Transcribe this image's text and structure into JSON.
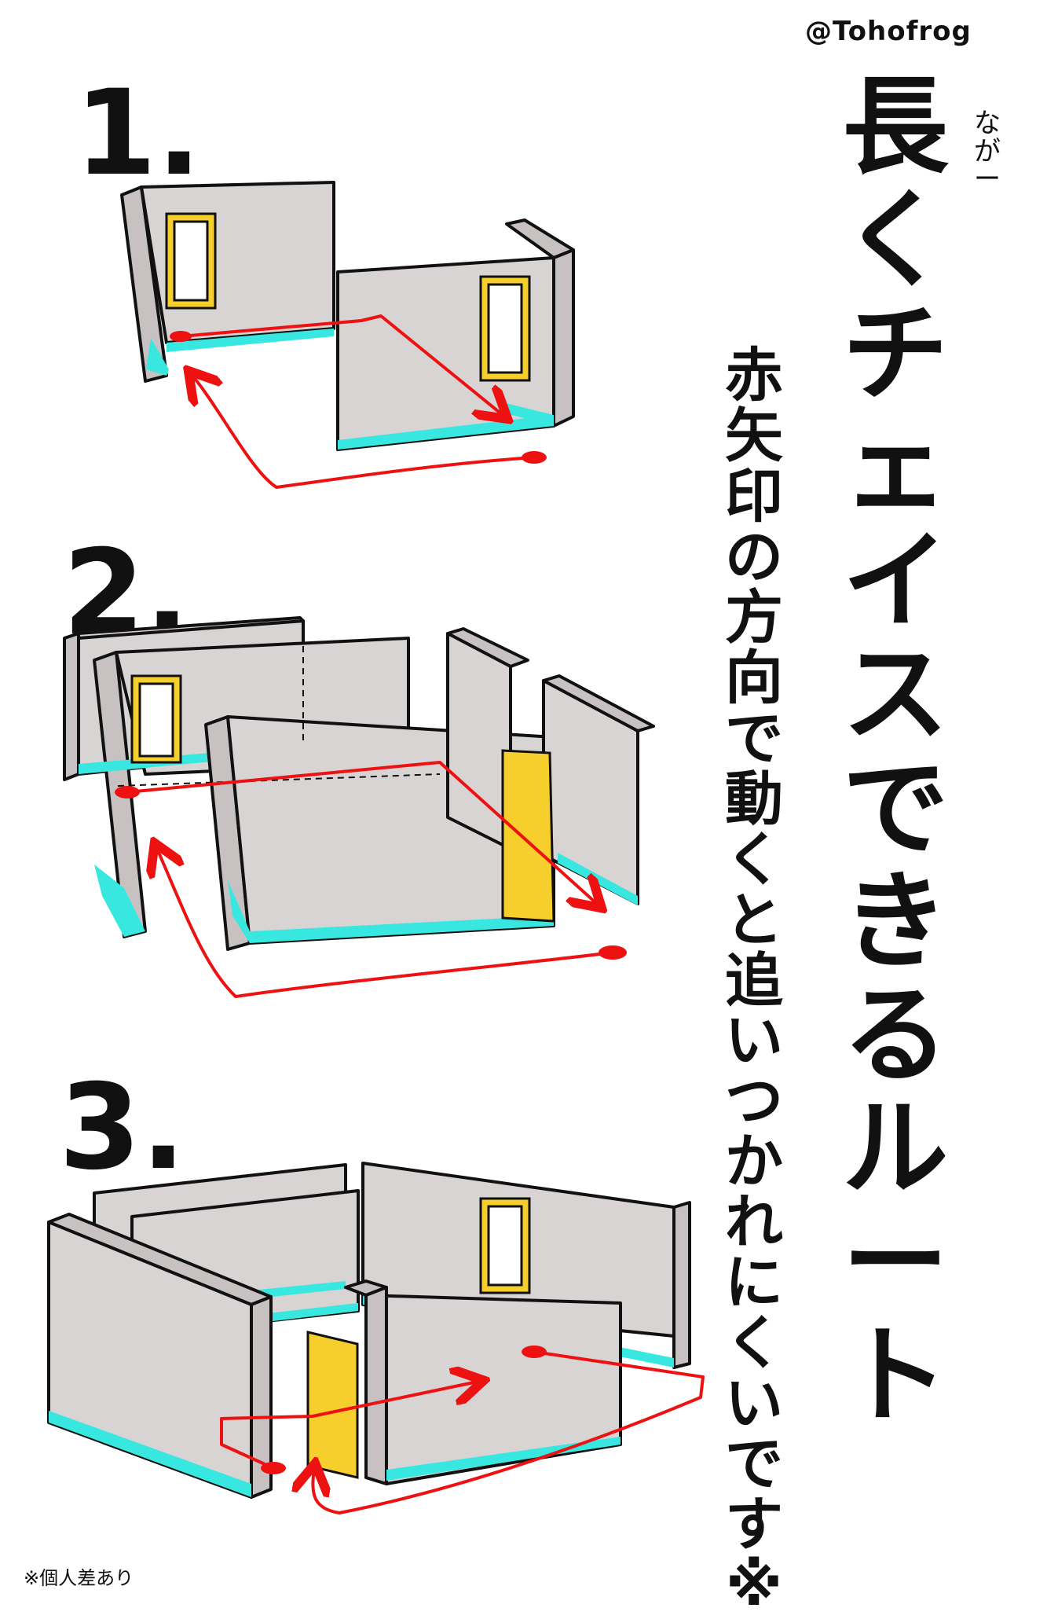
{
  "handle": "@Tohofrog",
  "steps": [
    "1.",
    "2.",
    "3."
  ],
  "title": {
    "chars": [
      "長",
      "く",
      "チ",
      "ェ",
      "イ",
      "ス",
      "で",
      "き",
      "る",
      "ル",
      "ー",
      "ト"
    ],
    "ruby": [
      "な",
      "が",
      "ー"
    ]
  },
  "subtitle": {
    "chars": [
      "赤",
      "矢",
      "印",
      "の",
      "方",
      "向",
      "で",
      "動",
      "く",
      "と",
      "追",
      "い",
      "つ",
      "か",
      "れ",
      "に",
      "く",
      "い",
      "で",
      "す",
      "※"
    ]
  },
  "footnote": "※個人差あり",
  "colors": {
    "wall": "#d9d4d4",
    "floor_shade": "#38e8e0",
    "door": "#f7cf2d",
    "route": "#ee1111"
  }
}
